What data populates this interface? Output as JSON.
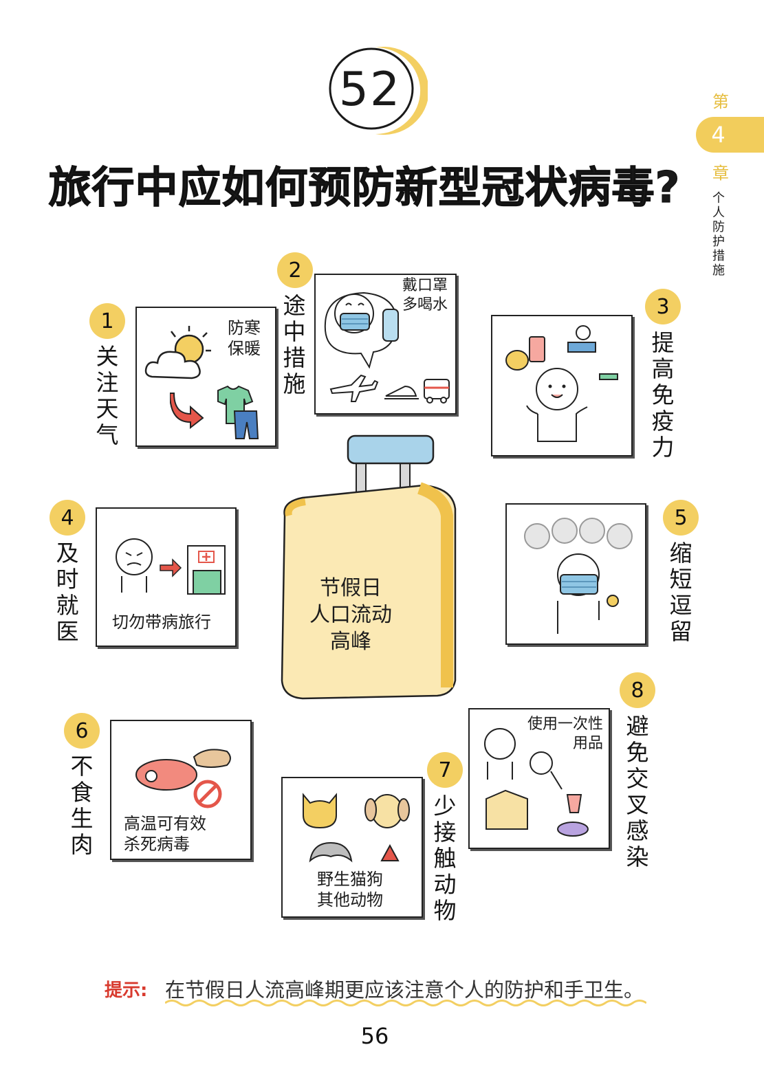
{
  "header": {
    "number": "52",
    "title": "旅行中应如何预防新型冠状病毒?"
  },
  "chapter": {
    "prefix": "第",
    "number": "4",
    "suffix": "章",
    "name": "个人防护措施"
  },
  "center": {
    "text": "节假日\n人口流动\n高峰"
  },
  "items": [
    {
      "num": "1",
      "label": "关注天气",
      "caption": "防寒\n保暖"
    },
    {
      "num": "2",
      "label": "途中措施",
      "caption": "戴口罩\n多喝水"
    },
    {
      "num": "3",
      "label": "提高免疫力",
      "caption": ""
    },
    {
      "num": "4",
      "label": "及时就医",
      "caption": "切勿带病旅行"
    },
    {
      "num": "5",
      "label": "缩短逗留",
      "caption": ""
    },
    {
      "num": "6",
      "label": "不食生肉",
      "caption": "高温可有效\n杀死病毒"
    },
    {
      "num": "7",
      "label": "少接触动物",
      "caption": "野生猫狗\n其他动物"
    },
    {
      "num": "8",
      "label": "避免交叉感染",
      "caption": "使用一次性\n用品"
    }
  ],
  "tip": {
    "label": "提示:",
    "text": "在节假日人流高峰期更应该注意个人的防护和手卫生。"
  },
  "page_number": "56",
  "colors": {
    "accent_yellow": "#f3cf62",
    "tip_red": "#d83a2e",
    "suitcase": "#fbe9b4",
    "handle_blue": "#a9d3ea"
  }
}
